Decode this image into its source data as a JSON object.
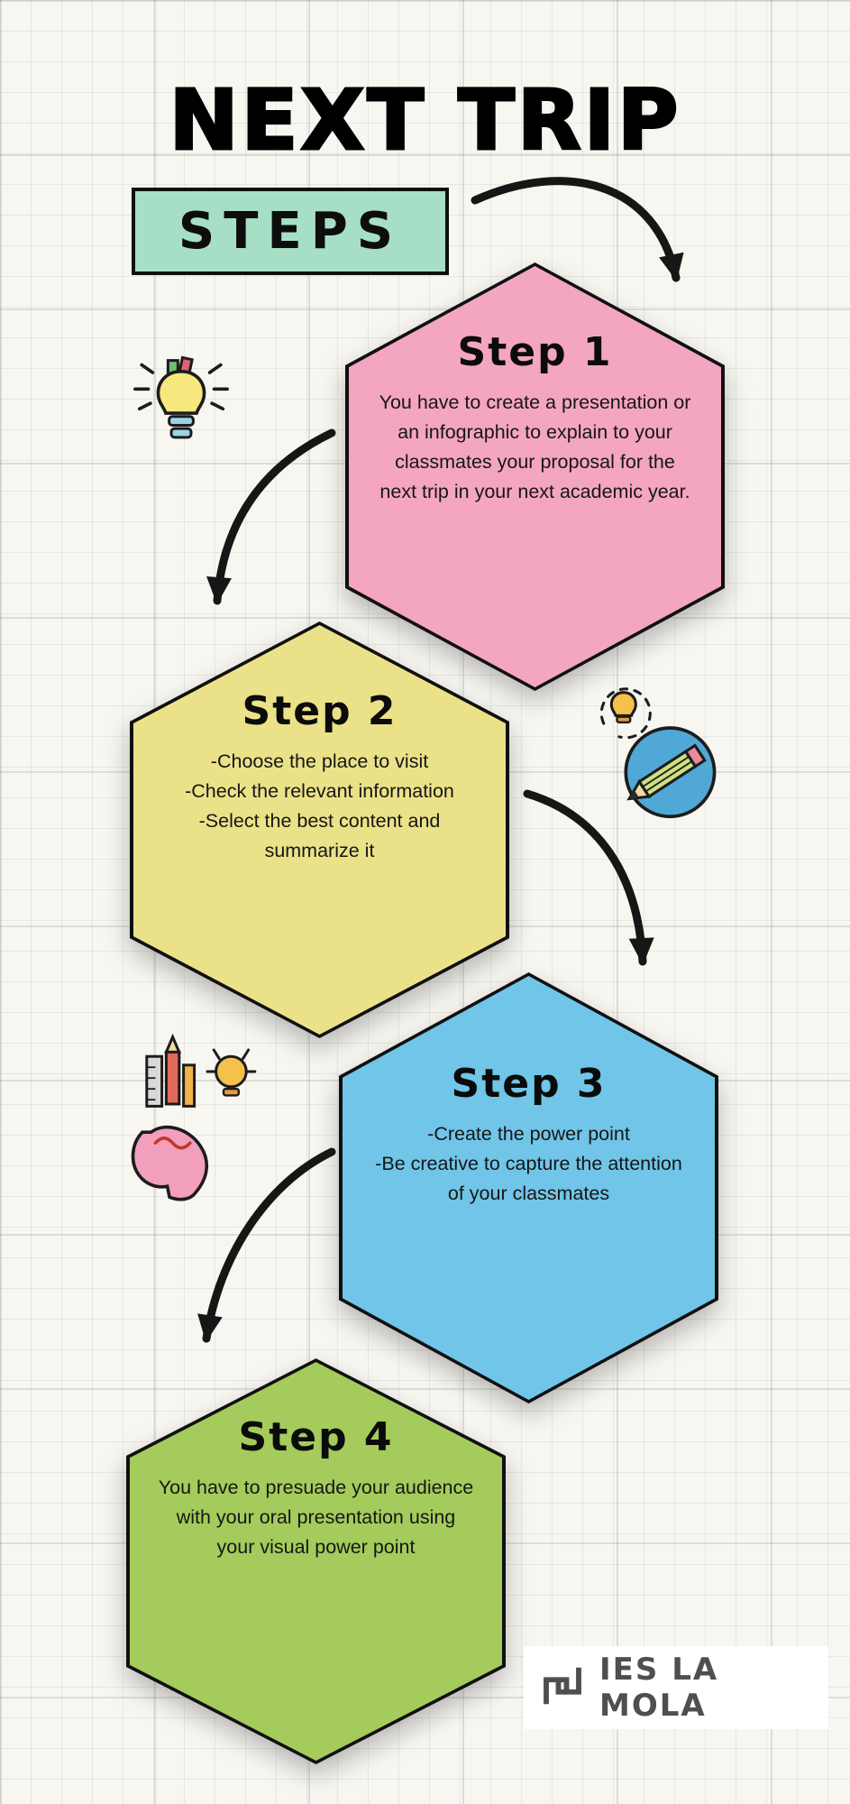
{
  "title": "NEXT TRIP",
  "banner": {
    "label": "STEPS",
    "color": "#a6dfc6"
  },
  "steps": [
    {
      "title": "Step 1",
      "body": "You have to create a presentation or an infographic to explain to your classmates your proposal for the next trip in your next academic year.",
      "color": "#f4a5c2"
    },
    {
      "title": "Step 2",
      "body": "-Choose the place to visit\n-Check the relevant information\n-Select the best content and summarize it",
      "color": "#ebe188"
    },
    {
      "title": "Step 3",
      "body": "-Create the power point\n-Be creative to capture the attention of your classmates",
      "color": "#70c5e8"
    },
    {
      "title": "Step 4",
      "body": "You have to presuade your audience with your oral presentation using your visual power point",
      "color": "#a4cb5b"
    }
  ],
  "icons": {
    "step1": "idea-lightbulb-icon",
    "step2": "pencil-lightbulb-icon",
    "step3": "creative-head-icon",
    "logo": "ies-la-mola-logo-icon"
  },
  "logo": {
    "text": "IES LA MOLA"
  },
  "colors": {
    "arrow": "#161616",
    "outline": "#101010",
    "paper": "#f8f6f1",
    "logo_text": "#4f4f4f"
  }
}
